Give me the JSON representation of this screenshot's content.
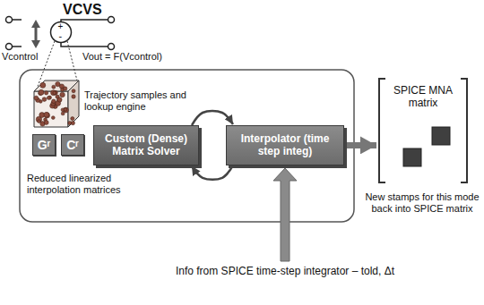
{
  "diagram": {
    "title": "VCVS",
    "nodes": [
      {
        "text": [
          "Trajectory samples and lookup engine"
        ]
      },
      {
        "text": [
          "Gʳ"
        ]
      },
      {
        "text": [
          "Cʳ"
        ]
      },
      {
        "text": [
          "Custom (Dense) Matrix Solver"
        ]
      },
      {
        "text": [
          "Interpolator (time step integ)"
        ]
      },
      {
        "text": [
          "SPICE MNA matrix"
        ]
      }
    ],
    "edges": [
      {
        "from": 3,
        "to": 4,
        "arrow": "to"
      },
      {
        "from": 4,
        "to": 3,
        "arrow": "to"
      },
      {
        "from": 4,
        "to": 5,
        "arrow": "to"
      }
    ],
    "labels": [
      "Vcontrol",
      "Vout = F(Vcontrol)",
      "+",
      "-",
      "Reduced linearized interpolation matrices",
      "Info from SPICE time-step integrator – told, Δt",
      "New stamps for this mode back into SPICE matrix"
    ]
  }
}
